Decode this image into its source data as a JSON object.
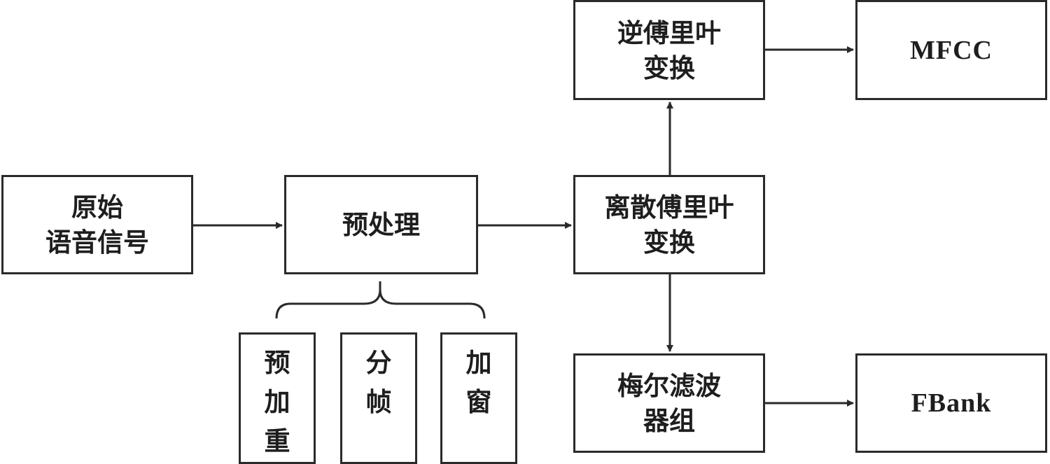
{
  "nodes": {
    "raw_signal": {
      "lines": [
        "原始",
        "语音信号"
      ]
    },
    "preprocess": {
      "lines": [
        "预处理"
      ]
    },
    "dft": {
      "lines": [
        "离散傅里叶",
        "变换"
      ]
    },
    "idft": {
      "lines": [
        "逆傅里叶",
        "变换"
      ]
    },
    "mfcc": {
      "lines": [
        "MFCC"
      ]
    },
    "mel_filter": {
      "lines": [
        "梅尔滤波",
        "器组"
      ]
    },
    "fbank": {
      "lines": [
        "FBank"
      ]
    },
    "pre_emphasis": {
      "lines": [
        "预",
        "加",
        "重"
      ]
    },
    "framing": {
      "lines": [
        "分",
        "帧"
      ]
    },
    "windowing": {
      "lines": [
        "加",
        "窗"
      ]
    }
  },
  "colors": {
    "stroke": "#2a2a2a",
    "text": "#1e1e1e",
    "background": "#ffffff"
  }
}
